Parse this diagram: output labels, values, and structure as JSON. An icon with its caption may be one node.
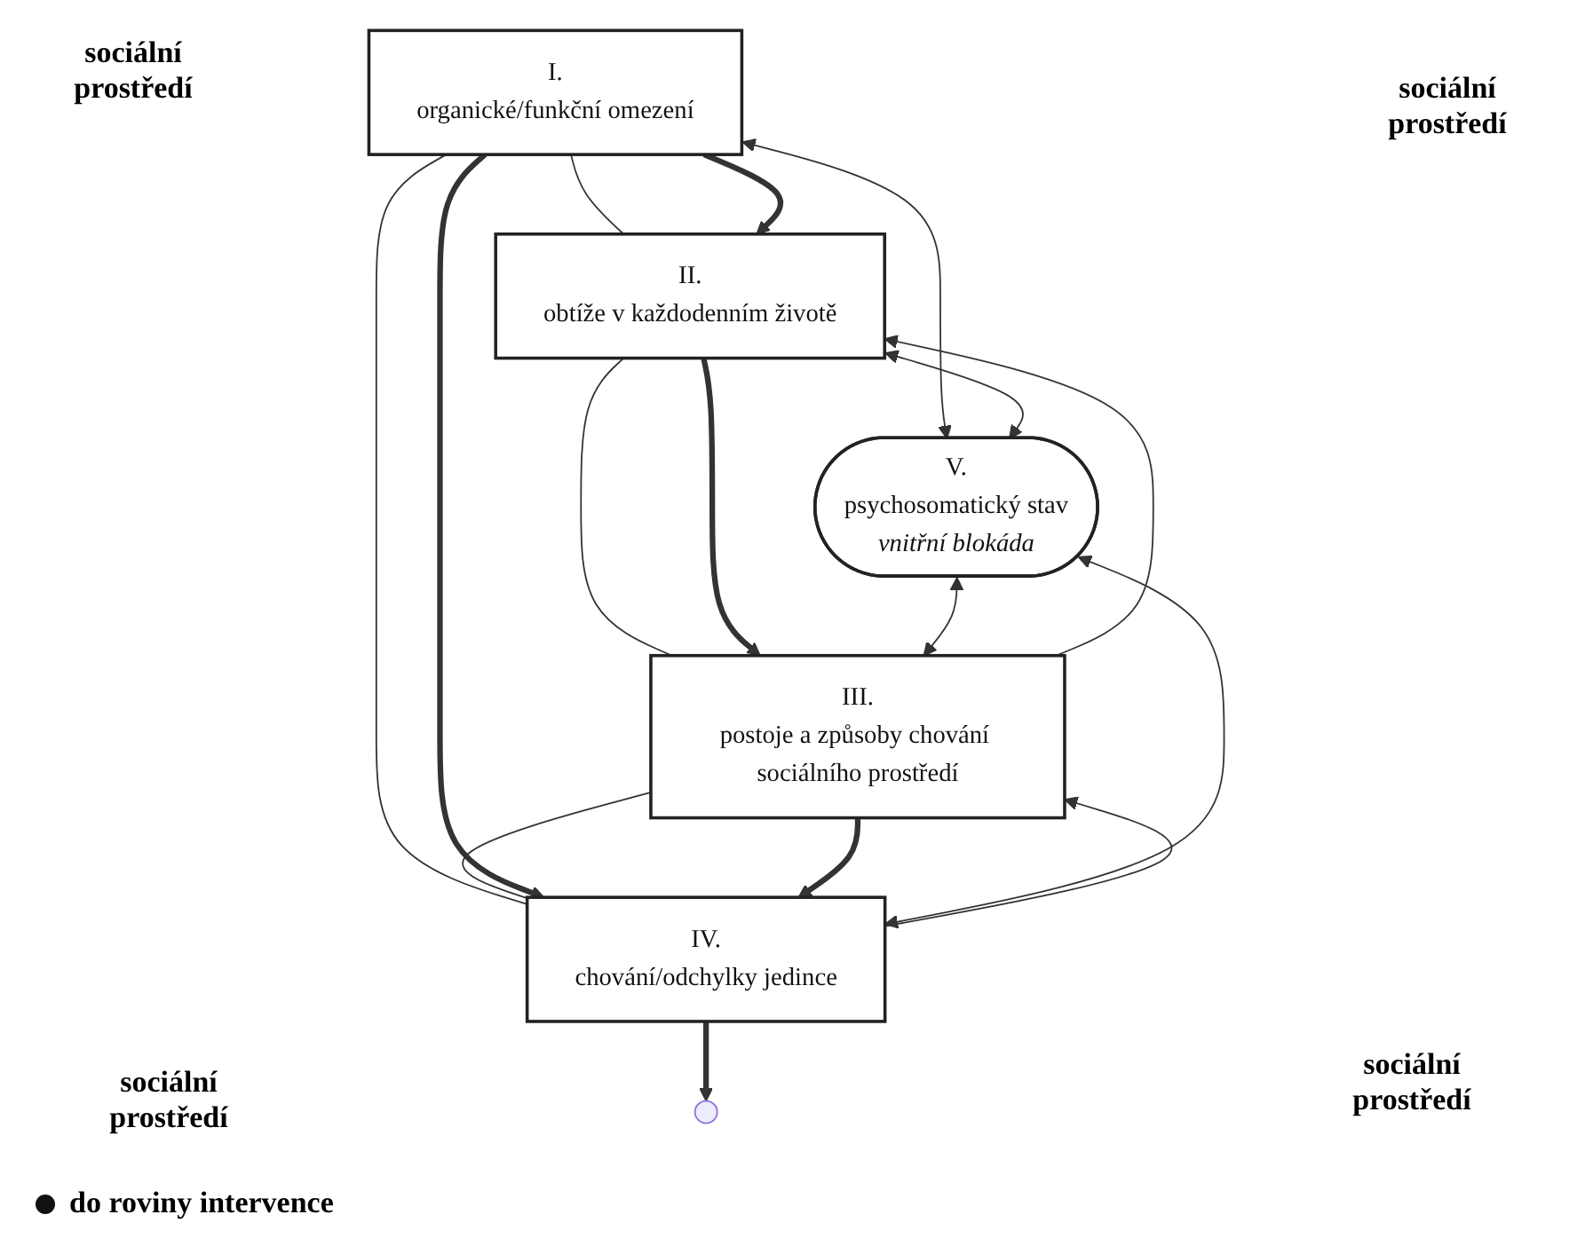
{
  "diagram": {
    "nodes": [
      {
        "text": [
          "I.",
          "organické/funkční omezení"
        ]
      },
      {
        "text": [
          "II.",
          "obtíže v každodenním životě"
        ]
      },
      {
        "text": [
          "V.",
          "psychosomatický stav",
          "vnitřní blokáda"
        ]
      },
      {
        "text": [
          "IV.",
          "chování/odchylky jedince"
        ]
      },
      {
        "text": [
          "III.",
          "postoje a způsoby chování sociálního prostředí"
        ]
      },
      {
        "text": [],
        "shape": "circle"
      }
    ],
    "edges": [
      {
        "from": 0,
        "to": 1,
        "arrow": "none"
      },
      {
        "from": 0,
        "to": 3,
        "arrow": "none"
      },
      {
        "from": 1,
        "to": 4,
        "arrow": "none"
      },
      {
        "from": 4,
        "to": 3,
        "arrow": "none"
      },
      {
        "from": 0,
        "to": 1,
        "arrow": "to",
        "style": "thick"
      },
      {
        "from": 0,
        "to": 3,
        "arrow": "to",
        "style": "thick"
      },
      {
        "from": 1,
        "to": 4,
        "arrow": "to",
        "style": "thick"
      },
      {
        "from": 4,
        "to": 3,
        "arrow": "to",
        "style": "thick"
      },
      {
        "from": 4,
        "to": 1,
        "arrow": "to"
      },
      {
        "from": 3,
        "to": 4,
        "arrow": "to"
      },
      {
        "from": 0,
        "to": 2,
        "arrow": "both"
      },
      {
        "from": 1,
        "to": 2,
        "arrow": "both"
      },
      {
        "from": 2,
        "to": 3,
        "arrow": "both"
      },
      {
        "from": 2,
        "to": 4,
        "arrow": "both"
      },
      {
        "from": 3,
        "to": 5,
        "arrow": "to",
        "style": "thick"
      }
    ],
    "labels": [
      "sociální prostředí",
      "sociální prostředí",
      "sociální prostředí",
      "sociální prostředí"
    ],
    "legend": [
      {
        "text": "do roviny intervence"
      }
    ]
  }
}
